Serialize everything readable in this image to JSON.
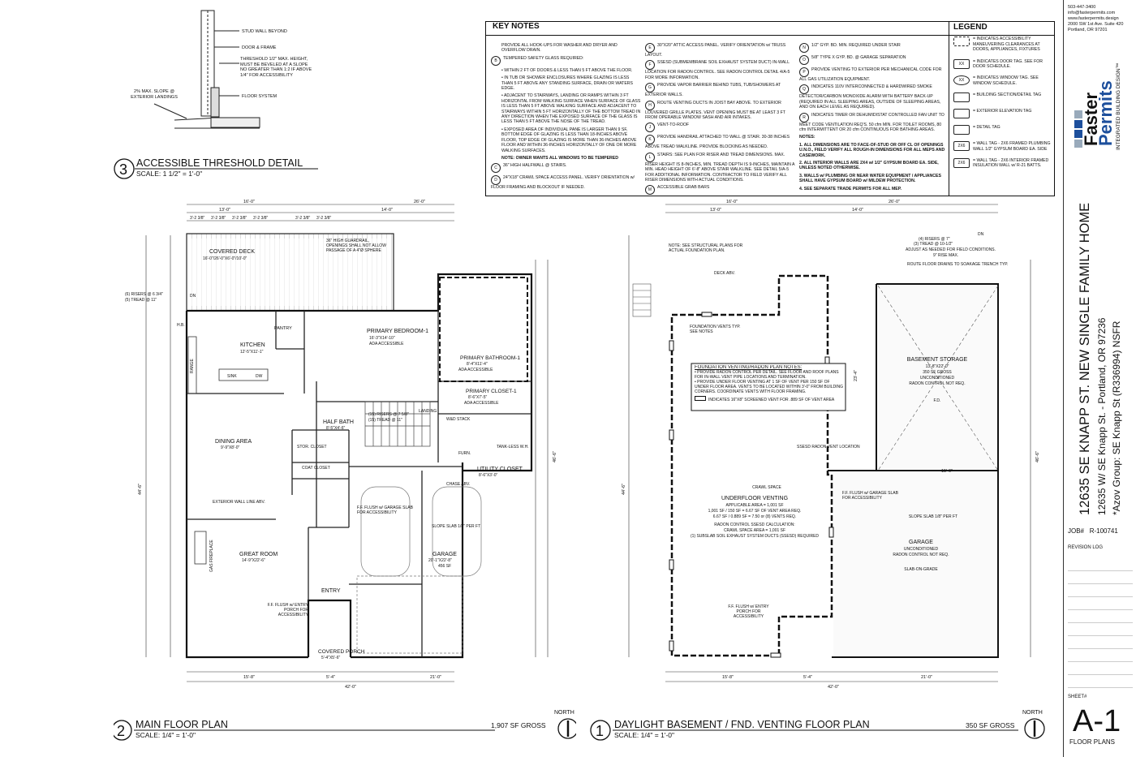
{
  "contact": {
    "phone": "503-447-3400",
    "email": "info@fasterpermits.com",
    "web": "www.fasterpermits.design",
    "address1": "2000 SW 1st Ave. Suite 420",
    "address2": "Portland, OR 97201"
  },
  "logo": {
    "line1": "Faster",
    "line2": "Permits",
    "tagline": "INTEGRATED BUILDING DESIGN™"
  },
  "project": {
    "title": "12635 SE KNAPP ST. NEW SINGLE FAMILY HOME",
    "address": "12635 W/ SE Knapp St. - Portland, OR 97236",
    "group": "*Azov Group: SE Knapp St (R336994) NSFR"
  },
  "job": {
    "label": "JOB#",
    "value": "R-100741"
  },
  "revision_log": "REVISION LOG",
  "sheet": {
    "label": "SHEET#",
    "number": "A-1",
    "title": "FLOOR PLANS"
  },
  "key_notes": {
    "title": "KEY NOTES",
    "col1": [
      {
        "k": "",
        "t": "PROVIDE ALL HOOK-UPS FOR WASHER AND DRYER AND OVERFLOW DRAIN."
      },
      {
        "k": "B",
        "t": "TEMPERED SAFETY GLASS REQUIRED:"
      },
      {
        "k": "",
        "t": "• WITHIN 2 FT OF DOORS & LESS THAN 5 FT ABOVE THE FLOOR."
      },
      {
        "k": "",
        "t": "• IN TUB OR SHOWER ENCLOSURES WHERE GLAZING IS LESS THAN 5 FT ABOVE ANY STANDING SURFACE, DRAIN OR WATERS EDGE."
      },
      {
        "k": "",
        "t": "• ADJACENT TO STAIRWAYS, LANDING OR RAMPS WITHIN 3 FT HORIZONTAL FROM WALKING SURFACE WHEN SURFACE OF GLASS IS LESS THAN 5 FT ABOVE WALKING SURFACE AND ADJACENT TO STAIRWAYS WITHIN 5 FT HORIZONTALLY OF THE BOTTOM TREAD IN ANY DIRECTION WHEN THE EXPOSED SURFACE OF THE GLASS IS LESS THAN 5 FT ABOVE THE NOSE OF THE TREAD."
      },
      {
        "k": "",
        "t": "• EXPOSED AREA OF INDIVIDUAL PANE IS LARGER THAN 9 SF, BOTTOM EDGE OF GLAZING IS LESS THAN 18-INCHES ABOVE FLOOR, TOP EDGE OF GLAZING IS MORE THAN 36-INCHES ABOVE FLOOR AND WITHIN 36-INCHES HORIZONTALLY OF ONE OR MORE WALKING SURFACES."
      },
      {
        "k": "",
        "t": "NOTE: OWNER WANTS ALL WINDOWS TO BE TEMPERED"
      },
      {
        "k": "C",
        "t": "36\" HIGH HALFWALL @ STAIRS."
      },
      {
        "k": "D",
        "t": "24\"X18\" CRAWL SPACE ACCESS PANEL. VERIFY ORIENTATION w/ FLOOR FRAMING AND BLOCKOUT IF NEEDED."
      }
    ],
    "col2": [
      {
        "k": "E",
        "t": "30\"X20\" ATTIC ACCESS PANEL. VERIFY ORIENTATION w/ TRUSS LAYOUT."
      },
      {
        "k": "F",
        "t": "SSESD (SUBMEMBRANE SOIL EXHAUST SYSTEM DUCT) IN-WALL LOCATION FOR RADON CONTROL. SEE RADON CONTROL DETAIL 4/A-5 FOR MORE INFORMATION."
      },
      {
        "k": "G",
        "t": "PROVIDE VAPOR BARRIER BEHIND TUBS, TUB/SHOWERS AT EXTERIOR WALLS."
      },
      {
        "k": "H",
        "t": "ROUTE VENTING DUCTS IN JOIST BAY ABOVE. TO EXTERIOR LOUVERED GRILLE PLATES. VENT OPENING MUST BE AT LEAST 3 FT FROM OPERABLE WINDOW SASH AND AIR INTAKES."
      },
      {
        "k": "J",
        "t": "VENT-TO-ROOF"
      },
      {
        "k": "K",
        "t": "PROVIDE HANDRAIL ATTACHED TO WALL @ STAIR. 30-38 INCHES ABOVE TREAD WALKLINE. PROVIDE BLOCKING AS NEEDED."
      },
      {
        "k": "L",
        "t": "STAIRS: SEE PLAN FOR RISER AND TREAD DIMENSIONS. MAX. RISER HEIGHT IS 8-INCHES, MIN. TREAD DEPTH IS 9-INCHES, MAINTAIN A MIN. HEAD HEIGHT OF 6'-8\" ABOVE STAIR WALKLINE. SEE DETAIL 5/A-5 FOR ADDITIONAL INFORMATION. CONTRACTOR TO FIELD VERIFY ALL RISER DIMENSIONS WITH ACTUAL CONDITIONS."
      },
      {
        "k": "M",
        "t": "ACCESSIBLE GRAB BARS"
      }
    ],
    "col3": [
      {
        "k": "N",
        "t": "1/2\" GYP. BD. MIN. REQUIRED UNDER STAIR"
      },
      {
        "k": "O",
        "t": "5/8\" TYPE X GYP. BD. @ GARAGE SEPARATION"
      },
      {
        "k": "P",
        "t": "PROVIDE VENTING TO EXTERIOR PER MECHANICAL CODE FOR ALL GAS UTILIZATION EQUIPMENT."
      },
      {
        "k": "Q",
        "t": "INDICATES 110V INTERCONNECTED & HARDWIRED SMOKE DETECTOR/CARBON MONOXIDE ALARM WITH BATTERY BACK-UP (REQUIRED IN ALL SLEEPING AREAS, OUTSIDE OF SLEEPING AREAS, AND ON EACH LEVEL AS REQUIRED)."
      },
      {
        "k": "R",
        "t": "INDICATES TIMER OR DEHUMIDISTAT CONTROLLED FAN UNIT TO MEET CODE VENTILATION REQ'S. 50 cfm MIN. FOR TOILET ROOMS, 80 cfm INTERMITTENT OR 20 cfm CONTINUOUS FOR BATHING AREAS."
      }
    ],
    "notes_title": "NOTES:",
    "notes": [
      "1. ALL DIMENSIONS ARE TO FACE-OF-STUD OR OFF CL OF OPENINGS U.N.O., FIELD VERIFY ALL ROUGH-IN DIMENSIONS FOR ALL MEPS AND CASEWORK.",
      "2. ALL INTERIOR WALLS ARE 2X4 w/ 1/2\" GYPSUM BOARD EA. SIDE, UNLESS NOTED OTHERWISE.",
      "3. WALLS w/ PLUMBING OR NEAR WATER EQUIPMENT / APPLIANCES SHALL HAVE GYPSUM BOARD w/ MILDEW PROTECTION.",
      "4. SEE SEPARATE TRADE PERMITS FOR ALL MEP."
    ]
  },
  "legend": {
    "title": "LEGEND",
    "items": [
      "= INDICATES ACCESSIBILITY MANEUVERING CLEARANCES AT DOORS, APPLIANCES, FIXTURES",
      "= INDICATES DOOR TAG. SEE FOR DOOR SCHEDULE.",
      "= INDICATES WINDOW TAG. SEE WINDOW SCHEDULE.",
      "= BUILDING SECTION/DETAIL TAG",
      "= EXTERIOR ELEVATION TAG",
      "= DETAIL TAG",
      "= WALL TAG - 2X6 FRAMED PLUMBING WALL 1/2\" GYPSUM BOARD EA. SIDE",
      "= WALL TAG - 2X6 INTERIOR FRAMED INSULATION WALL w/ R-21 BATTS."
    ],
    "tags": [
      "",
      "XX",
      "XX",
      "",
      "",
      "",
      "2X6",
      "2X6"
    ]
  },
  "detail3": {
    "num": "3",
    "title": "ACCESSIBLE THRESHOLD DETAIL",
    "scale": "SCALE: 1 1/2\" = 1'-0\"",
    "labels": [
      "STUD WALL BEYOND",
      "DOOR & FRAME",
      "THRESHOLD 1/2\" MAX. HEIGHT, MUST BE BEVELED AT A SLOPE NO GREATER THAN 1:2 IF ABOVE 1/4\" FOR ACCESSIBILITY",
      "FLOOR SYSTEM"
    ],
    "slope": "2% MAX. SLOPE @ EXTERIOR LANDINGS"
  },
  "plan2": {
    "num": "2",
    "title": "MAIN FLOOR PLAN",
    "scale": "SCALE: 1/4\" = 1'-0\"",
    "gross": "1,907 SF GROSS",
    "north": "NORTH",
    "rooms": {
      "deck": "COVERED DECK",
      "deck_dim": "16'-0\"/26'-0\"X6'-0\"/10'-0\"",
      "guard": "36\" HIGH GUARDRAIL, OPENINGS SHALL NOT ALLOW PASSAGE OF A 4\"Ø SPHERE",
      "kitchen": "KITCHEN",
      "kitchen_dim": "12'-5\"X11'-1\"",
      "pantry": "PANTRY",
      "bed": "PRIMARY BEDROOM-1",
      "bed_dim": "16'-3\"X14'-10\"",
      "bed_ada": "ADA ACCESSIBLE",
      "bath": "PRIMARY BATHROOM-1",
      "bath_dim": "8'-4\"X11'-4\"",
      "bath_ada": "ADA ACCESSIBLE",
      "closet": "PRIMARY CLOSET-1",
      "closet_dim": "8'-6\"X7'-5\"",
      "closet_ada": "ADA ACCESSIBLE",
      "halfbath": "HALF BATH",
      "halfbath_dim": "8'-5\"X4'-6\"",
      "dining": "DINING AREA",
      "dining_dim": "9'-9\"X8'-0\"",
      "great": "GREAT ROOM",
      "great_dim": "14'-9\"X22'-6\"",
      "utility": "UTILITY CLOSET",
      "utility_dim": "8'-6\"X3'-0\"",
      "garage": "GARAGE",
      "garage_dim": "20'-1\"X22'-8\"",
      "garage_sf": "456 SF",
      "entry": "ENTRY",
      "porch": "COVERED PORCH",
      "porch_dim": "5'-4\"X5'-6\"",
      "stor": "STOR. CLOSET",
      "coat": "COAT CLOSET",
      "sink": "SINK",
      "dw": "DW",
      "range": "RANGE",
      "wd": "W&D STACK",
      "furn": "FURN.",
      "tank": "TANK-LESS W.H.",
      "landing": "LANDING",
      "fireplace": "GAS FIREPLACE",
      "risers": "(15) RISERS @ 7 5/8\"",
      "treads": "(15) TREAD @ 11\"",
      "risers_deck": "(6) RISERS @ 6 3/4\"",
      "treads_deck": "(5) TREAD @ 11\"",
      "ffgarage": "F.F. FLUSH w/ GARAGE SLAB FOR ACCESSIBILITY",
      "ffentry": "F.F. FLUSH w/ ENTRY PORCH FOR ACCESSIBILITY",
      "slope": "SLOPE SLAB 1/8\" PER FT",
      "ext_wall": "EXTERIOR WALL LINE ABV.",
      "chase": "CHASE ABV.",
      "hb": "H.B.",
      "dn": "DN"
    },
    "dims": {
      "top1": "16'-0\"",
      "top2": "26'-0\"",
      "top3": "13'-0\"",
      "top4": "14'-0\"",
      "bot1": "15'-8\"",
      "bot2": "5'-4\"",
      "bot3": "21'-0\"",
      "bot_total": "42'-0\"",
      "left_total": "44'-6\"",
      "right_total": "46'-6\"",
      "seg": "3'-2 3/8\""
    }
  },
  "plan1": {
    "num": "1",
    "title": "DAYLIGHT BASEMENT / FND. VENTING FLOOR PLAN",
    "scale": "SCALE: 1/4\" = 1'-0\"",
    "gross": "350 SF GROSS",
    "north": "NORTH",
    "labels": {
      "struct": "NOTE: SEE STRUCTURAL PLANS FOR ACTUAL FOUNDATION PLAN.",
      "deck": "DECK ABV.",
      "vents": "FOUNDATION VENTS TYP. SEE NOTES",
      "fvr_title": "FOUNDATION VENTING/RADON PLAN NOTES:",
      "fvr1": "• PROVIDE RADON CONTROL PER DETAIL. SEE FLOOR AND ROOF PLANS FOR IN-WALL VENT PIPE LOCATIONS AND TERMINATION.",
      "fvr2": "• PROVIDE UNDER FLOOR VENTING AT 1 SF OF VENT PER 150 SF OF UNDER FLOOR AREA. VENTS TO BE LOCATED WITHIN 3'-0\" FROM BUILDING CORNERS. COORDINATE VENTS WITH FLOOR FRAMING.",
      "fvr3": "INDICATES 16\"X8\" SCREENED VENT FOR .889 SF OF VENT AREA",
      "storage": "BASEMENT STORAGE",
      "storage_dim": "13'-8\"X22'-0\"",
      "storage_sf": "350 SF GROSS",
      "storage_unc": "UNCONDITIONED",
      "storage_radon": "RADON CONTROL NOT REQ.",
      "fd": "F.D.",
      "ssesd": "SSESD RADON VENT LOCATION",
      "crawl": "CRAWL SPACE",
      "uv": "UNDERFLOOR VENTING",
      "uv1": "APPLICABLE AREA = 1,001 SF",
      "uv2": "1,001 SF / 150 SF = 6.67 SF OF VENT AREA REQ.",
      "uv3": "6.67 SF / 0.889 SF = 7.50 or (8) VENTS REQ.",
      "rc": "RADON CONTROL SSESD CALCULATION:",
      "rc1": "CRAWL SPACE AREA = 1,001 SF",
      "rc2": "(1) SUBSLAB SOIL EXHAUST SYSTEM DUCTS (SSESD) REQUIRED",
      "ffg": "F.F. FLUSH w/ GARAGE SLAB FOR ACCESSIBILITY",
      "slope": "SLOPE SLAB 1/8\" PER FT",
      "garage": "GARAGE",
      "garage_unc": "UNCONDITIONED",
      "garage_radon": "RADON CONTROL NOT REQ.",
      "sog": "SLAB-ON-GRADE",
      "ffe": "F.F. FLUSH w/ ENTRY PORCH FOR ACCESSIBILITY",
      "risers": "(4) RISERS @ 7\"",
      "treads": "(3) TREAD @ 10-1/2\"",
      "adjust": "ADJUST AS NEEDED FOR FIELD CONDITIONS.",
      "rise": "9\" RISE MAX.",
      "drains": "ROUTE FLOOR DRAINS TO SOAKAGE TRENCH TYP.",
      "dn": "DN"
    },
    "dims": {
      "top1": "16'-0\"",
      "top2": "26'-0\"",
      "top3": "13'-0\"",
      "top4": "14'-0\"",
      "bot1": "15'-8\"",
      "bot2": "5'-4\"",
      "bot3": "21'-0\"",
      "bot_total": "42'-0\"",
      "left_total": "44'-6\"",
      "right_total": "46'-6\"",
      "mid": "15'-0\"",
      "v1": "23'-4\""
    }
  }
}
